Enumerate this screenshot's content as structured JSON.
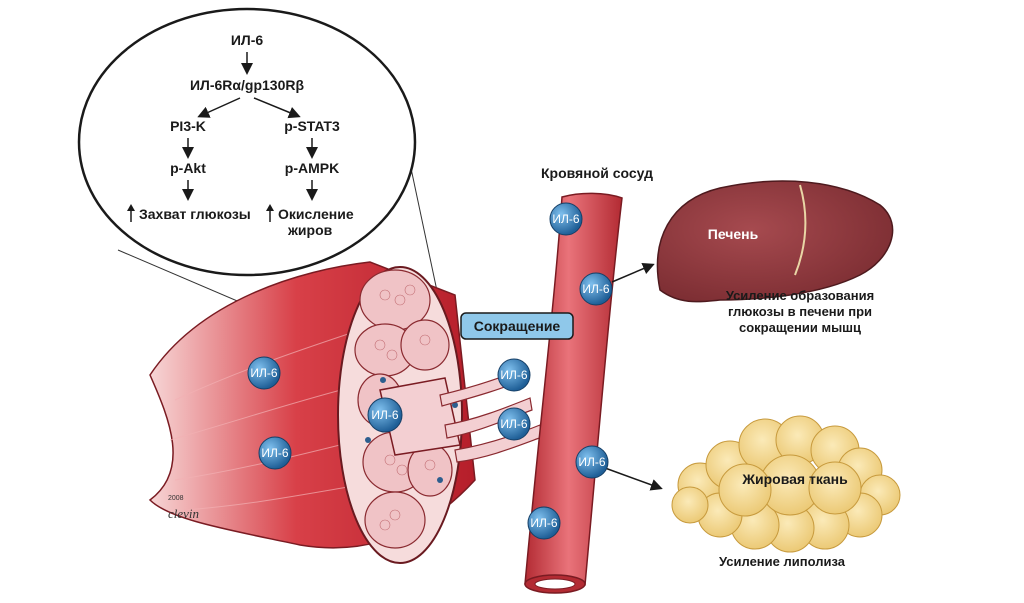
{
  "pathway": {
    "il6": "ИЛ-6",
    "receptor": "ИЛ-6Rα/gp130Rβ",
    "pi3k": "PI3-K",
    "pstat3": "p-STAT3",
    "pakt": "p-Akt",
    "pampk": "p-AMPK",
    "glucose_uptake": "Захват глюкозы",
    "fat_oxidation_1": "Окисление",
    "fat_oxidation_2": "жиров"
  },
  "labels": {
    "blood_vessel": "Кровяной сосуд",
    "contraction": "Сокращение",
    "liver": "Печень",
    "liver_note_1": "Усиление образования",
    "liver_note_2": "глюкозы в печени при",
    "liver_note_3": "сокращении мышц",
    "adipose": "Жировая ткань",
    "adipose_note": "Усиление липолиза",
    "signature": "clevin",
    "signature_year": "2008"
  },
  "badges": {
    "il6": "ИЛ-6"
  },
  "colors": {
    "muscle_red": "#c8232f",
    "vessel_red": "#d94a4a",
    "liver_brown": "#8e3a3e",
    "fat_yellow": "#f3d58a",
    "badge_blue": "#2f7fb8",
    "contraction_box": "#8fc8ea"
  }
}
